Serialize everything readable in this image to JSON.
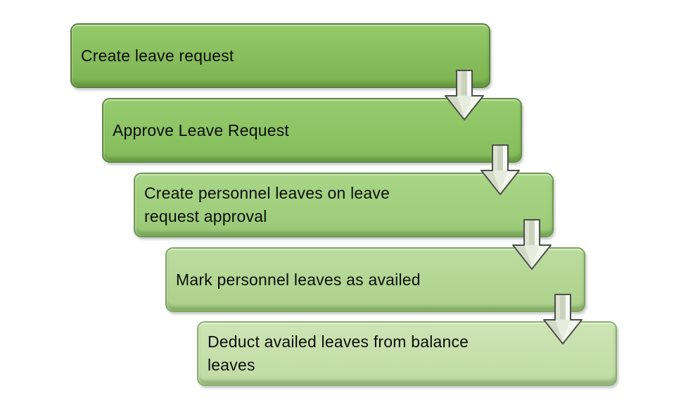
{
  "diagram": {
    "type": "step-down-process",
    "steps": [
      {
        "label": "Create leave request"
      },
      {
        "label": "Approve Leave Request"
      },
      {
        "label": "Create personnel leaves on leave request approval"
      },
      {
        "label": "Mark personnel leaves as availed"
      },
      {
        "label": "Deduct availed leaves from balance leaves"
      }
    ],
    "connector_icon": "down-arrow-icon",
    "colors": {
      "step_fills": [
        "#8fc666",
        "#92c968",
        "#a5d383",
        "#b7da9a",
        "#c9e1af"
      ],
      "step_borders": [
        "#587f3c",
        "#5f8a41",
        "#6c9a4c",
        "#7ba65e",
        "#8ab06f"
      ],
      "arrow_fill": "#e7ecdf",
      "arrow_outline": "#4d4f4c",
      "text_color": "#0d0d0d",
      "background": "#ffffff"
    }
  }
}
